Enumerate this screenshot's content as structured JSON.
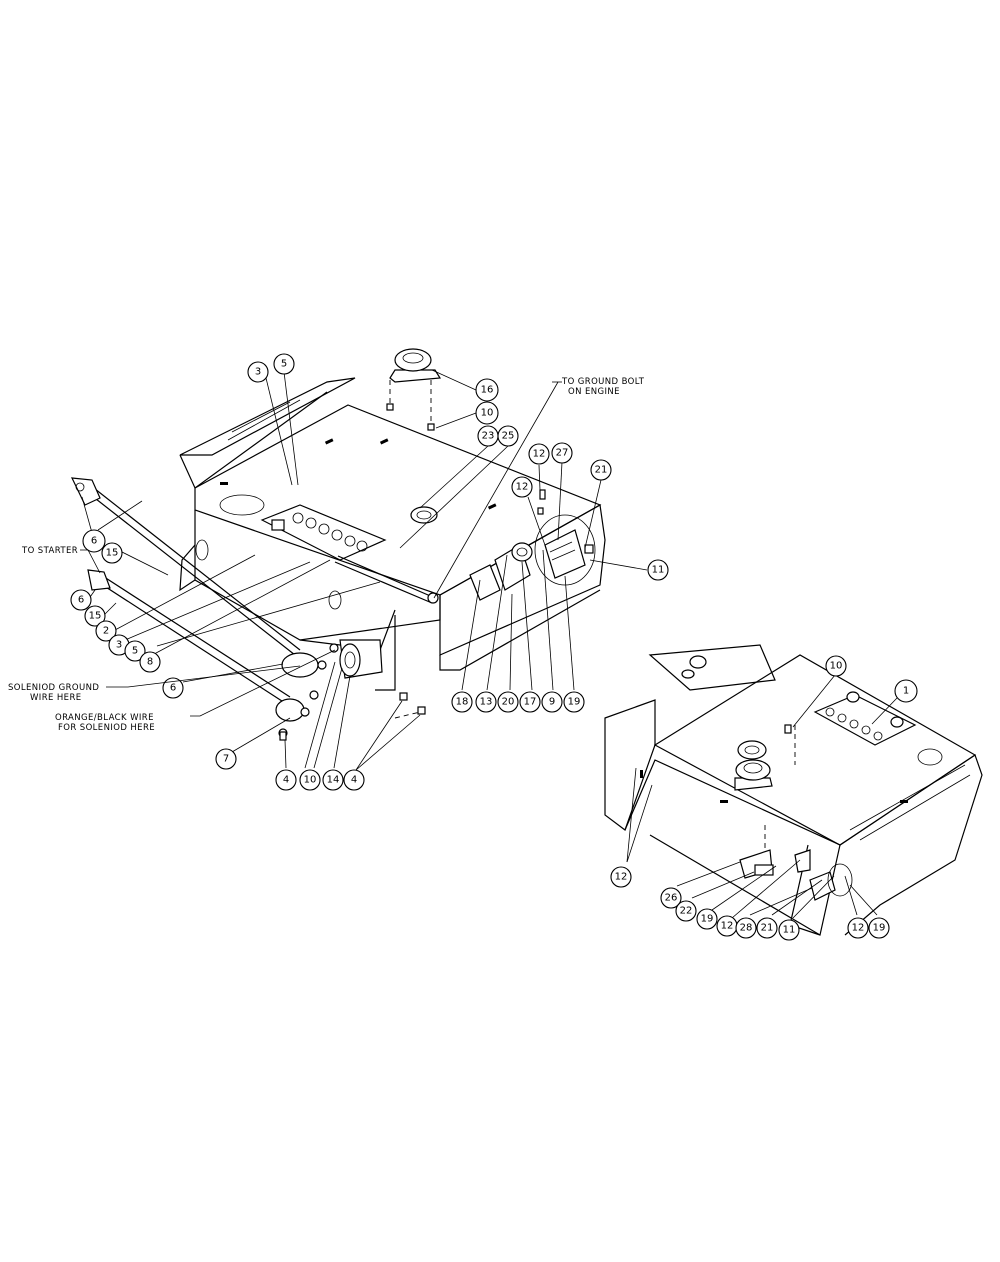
{
  "callouts": {
    "c3a": "3",
    "c5a": "5",
    "c16": "16",
    "c10a": "10",
    "c23": "23",
    "c25": "25",
    "c12a": "12",
    "c27": "27",
    "c12b": "12",
    "c21a": "21",
    "c11a": "11",
    "c6a": "6",
    "c15a": "15",
    "c6b": "6",
    "c15b": "15",
    "c2": "2",
    "c3b": "3",
    "c5b": "5",
    "c8": "8",
    "c6c": "6",
    "c7": "7",
    "c4a": "4",
    "c10b": "10",
    "c14": "14",
    "c4b": "4",
    "c18": "18",
    "c13": "13",
    "c20": "20",
    "c17": "17",
    "c9": "9",
    "c19a": "19",
    "c10c": "10",
    "c1": "1",
    "c12c": "12",
    "c26": "26",
    "c22": "22",
    "c19b": "19",
    "c12d": "12",
    "c28": "28",
    "c21b": "21",
    "c11b": "11",
    "c12e": "12",
    "c19c": "19"
  },
  "notes": {
    "ground_bolt_l1": "TO GROUND BOLT",
    "ground_bolt_l2": "ON ENGINE",
    "to_starter": "TO STARTER",
    "solenoid_ground_l1": "SOLENIOD GROUND",
    "solenoid_ground_l2": "WIRE HERE",
    "orange_black_l1": "ORANGE/BLACK WIRE",
    "orange_black_l2": "FOR SOLENIOD HERE"
  }
}
